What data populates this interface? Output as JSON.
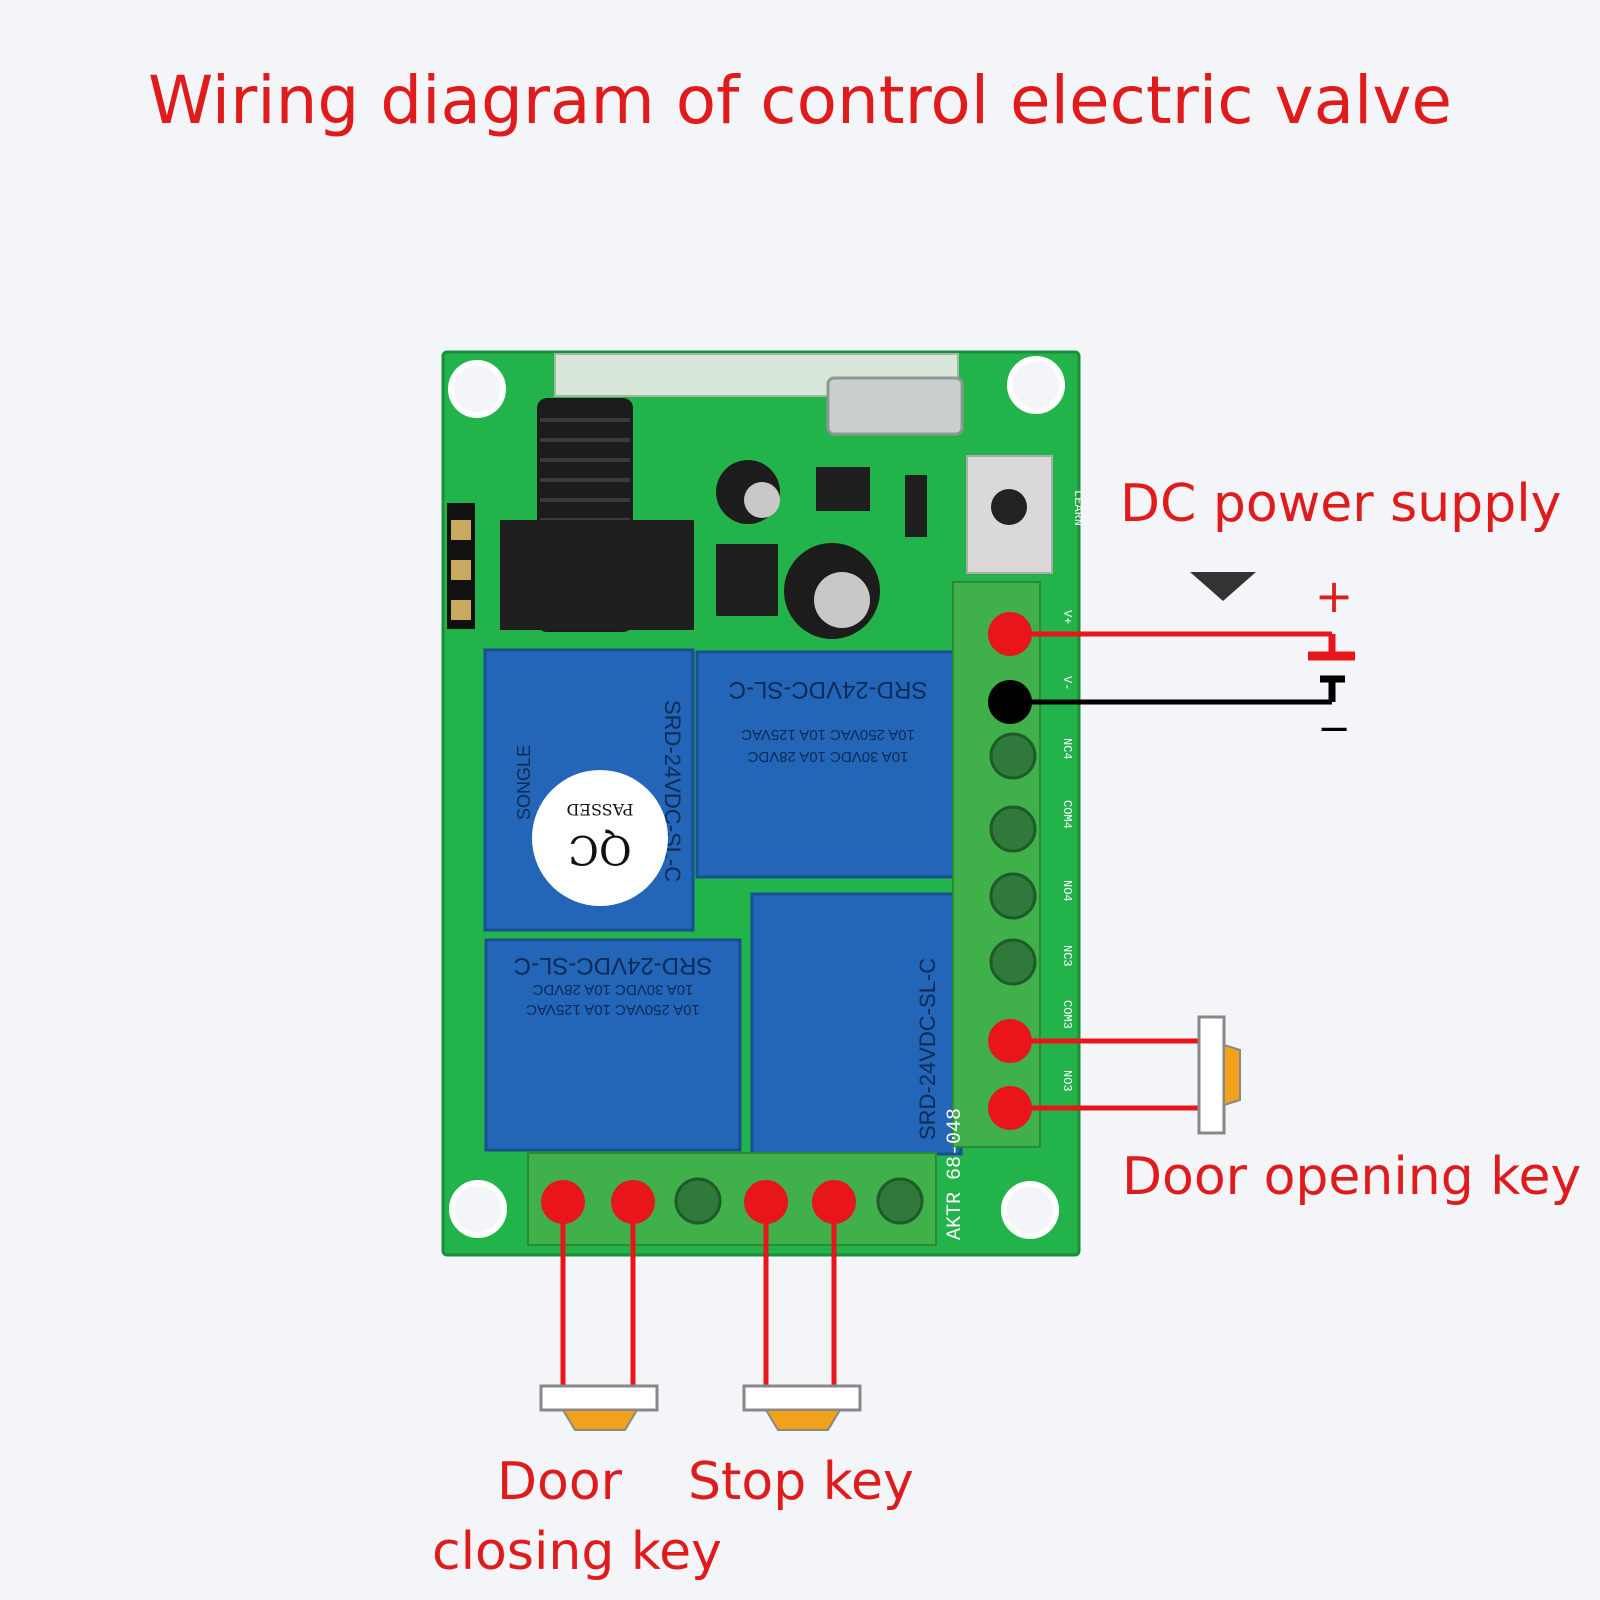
{
  "title": "Wiring diagram of control electric valve",
  "labels": {
    "dc_power": "DC power supply",
    "plus": "+",
    "minus": "−",
    "door_opening": "Door opening key",
    "door_closing_line1": "Door",
    "door_closing_line2": "closing key",
    "stop_key": "Stop key"
  },
  "board": {
    "learn": "LEARN",
    "model": "AKTR 68-048",
    "qc_line1": "QC",
    "qc_line2": "PASSED",
    "relay_brand": "SONGLE",
    "relay_model": "SRD-24VDC-SL-C",
    "relay_rating1": "10A 250VAC  10A 125VAC",
    "relay_rating2": "10A 30VDC  10A 28VDC",
    "side_pins": [
      "V+",
      "V-",
      "NC4",
      "COM4",
      "NO4",
      "NC3",
      "COM3",
      "NO3"
    ]
  },
  "colors": {
    "accent_red": "#e01b1b",
    "wire_red": "#e8151b",
    "wire_black": "#000000",
    "pcb_green": "#22b34a",
    "relay_blue": "#2366b8",
    "terminal_green": "#3fb04a",
    "key_orange": "#f2a21a"
  }
}
